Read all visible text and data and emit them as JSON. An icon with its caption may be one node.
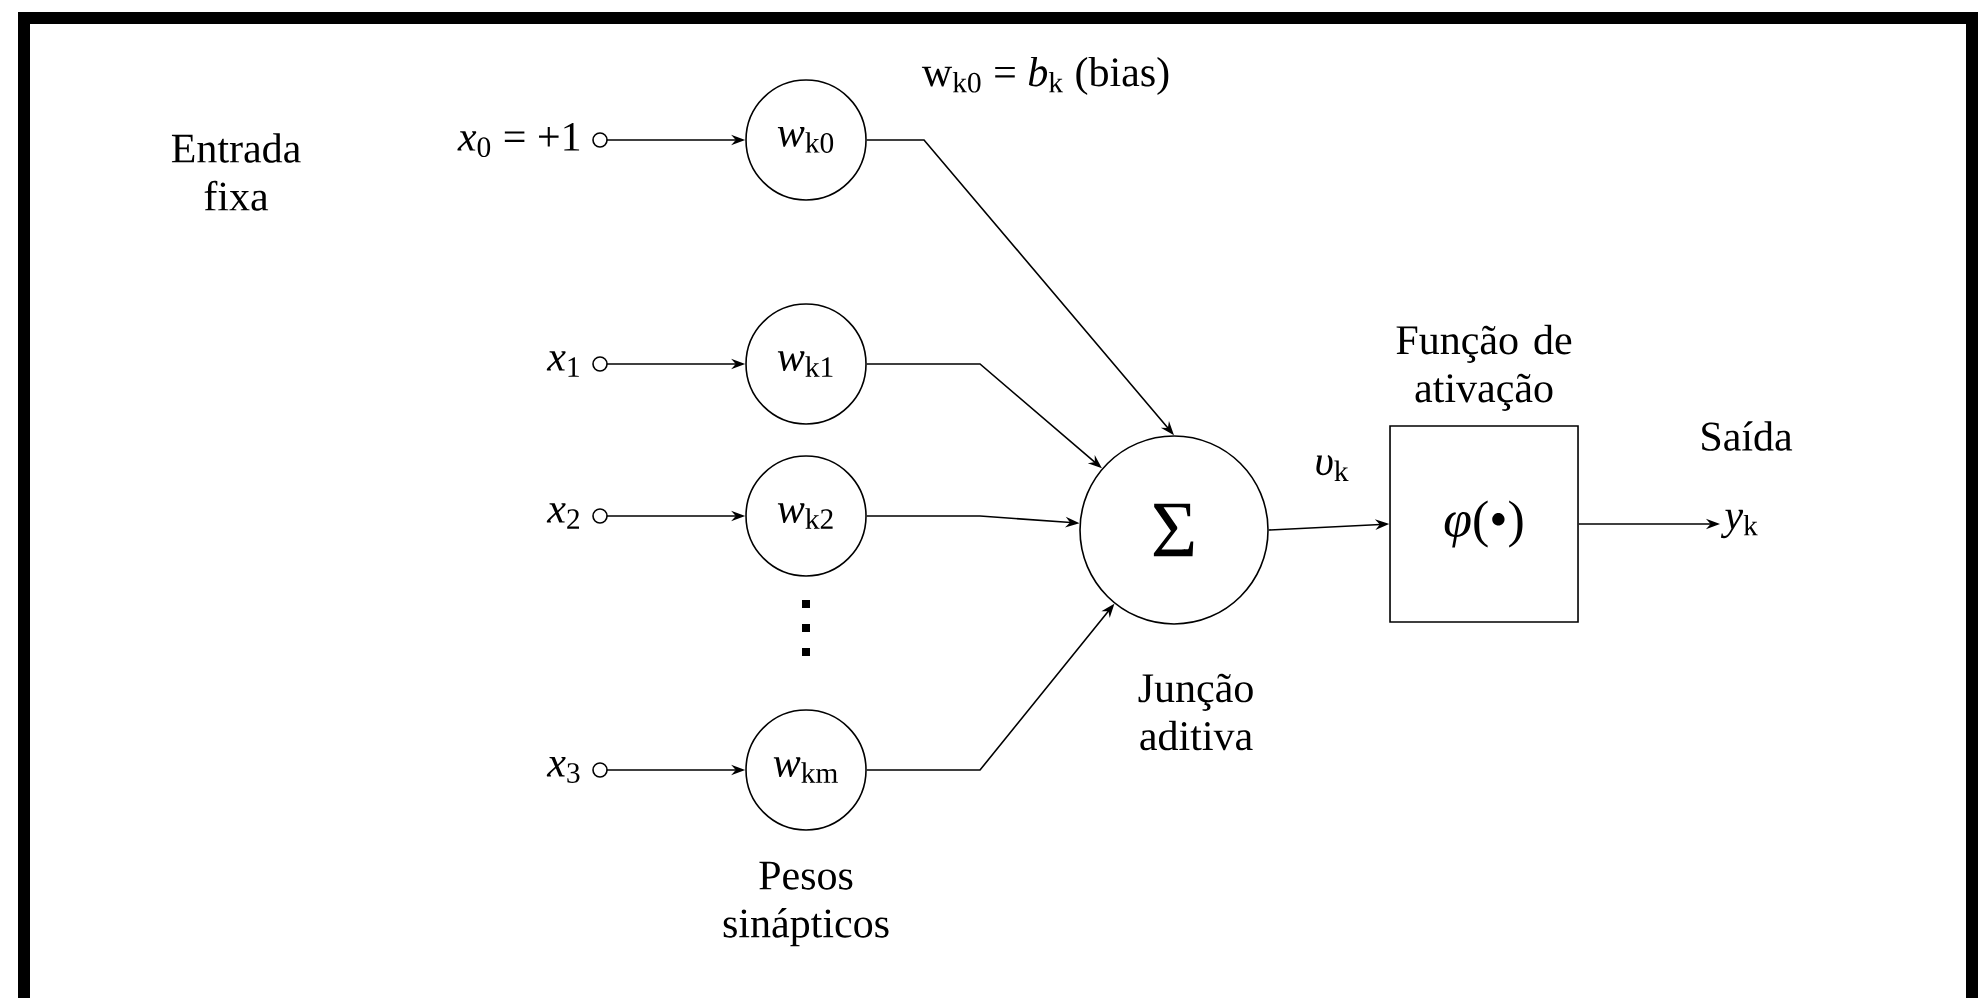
{
  "diagram": {
    "nodes": [
      {
        "text": [
          "*x*$_{0}$ = +1"
        ],
        "beside": [
          "Entrada fixa"
        ]
      },
      {
        "text": [
          "*x*$_{1}$"
        ]
      },
      {
        "text": [
          "*x*$_{2}$"
        ]
      },
      {
        "text": [
          "*x*$_{3}$"
        ]
      },
      {
        "text": [
          "*w*$_{k0}$"
        ]
      },
      {
        "text": [
          "*w*$_{k1}$"
        ]
      },
      {
        "text": [
          "*w*$_{k2}$"
        ]
      },
      {
        "text": [
          "*w*$_{km}$"
        ]
      },
      {
        "text": [
          "Σ"
        ],
        "beside": [
          "Junção aditiva"
        ]
      },
      {
        "text": [
          "Função de ativação",
          "*φ*(•)"
        ]
      },
      {
        "text": [
          "*y*$_{k}$"
        ],
        "beside": [
          "Saída"
        ]
      }
    ],
    "edges": [
      {
        "from": 0,
        "to": 4,
        "arrow": "to"
      },
      {
        "from": 1,
        "to": 5,
        "arrow": "to"
      },
      {
        "from": 2,
        "to": 6,
        "arrow": "to"
      },
      {
        "from": 3,
        "to": 7,
        "arrow": "to"
      },
      {
        "from": 4,
        "to": 8,
        "arrow": "to",
        "label": "w$_{k0}$ = *b*$_{k}$ (bias)"
      },
      {
        "from": 5,
        "to": 8,
        "arrow": "to"
      },
      {
        "from": 6,
        "to": 8,
        "arrow": "to"
      },
      {
        "from": 7,
        "to": 8,
        "arrow": "to"
      },
      {
        "from": 8,
        "to": 9,
        "arrow": "to",
        "label": "*υ*$_{k}$"
      },
      {
        "from": 9,
        "to": 10,
        "arrow": "to"
      }
    ],
    "labels": [
      "Pesos sinápticos"
    ]
  }
}
